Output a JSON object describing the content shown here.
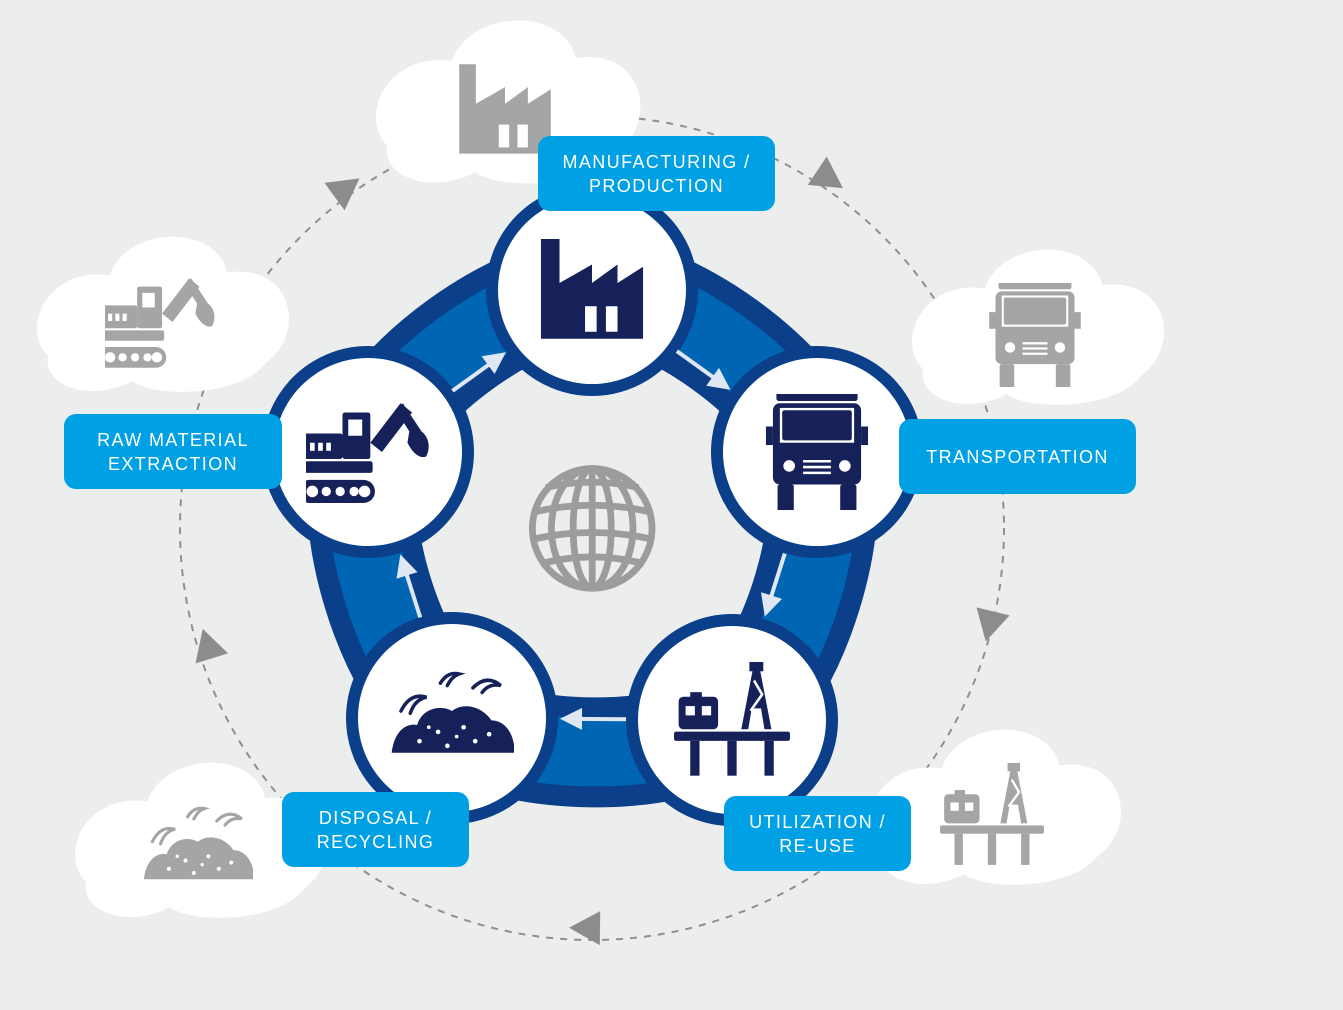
{
  "colors": {
    "background": "#eceeee",
    "ring_dark": "#0b3f8a",
    "ring_light": "#0066b3",
    "label_blue": "#00a1e4",
    "icon_navy": "#16215a",
    "icon_gray": "#a3a5a7",
    "globe_gray": "#9a9c9e",
    "cloud_white": "#ffffff",
    "dashed_line": "#8d8f91",
    "arrow_gray": "#8a8c8e",
    "arrow_light": "#dfe7f2"
  },
  "stages": [
    {
      "label": "MANUFACTURING /\nPRODUCTION",
      "icon": "factory-icon"
    },
    {
      "label": "TRANSPORTATION",
      "icon": "truck-icon"
    },
    {
      "label": "UTILIZATION /\nRE-USE",
      "icon": "oil-rig-icon"
    },
    {
      "label": "DISPOSAL /\nRECYCLING",
      "icon": "landfill-icon"
    },
    {
      "label": "RAW MATERIAL\nEXTRACTION",
      "icon": "excavator-icon"
    }
  ],
  "center_icon": "globe-icon"
}
